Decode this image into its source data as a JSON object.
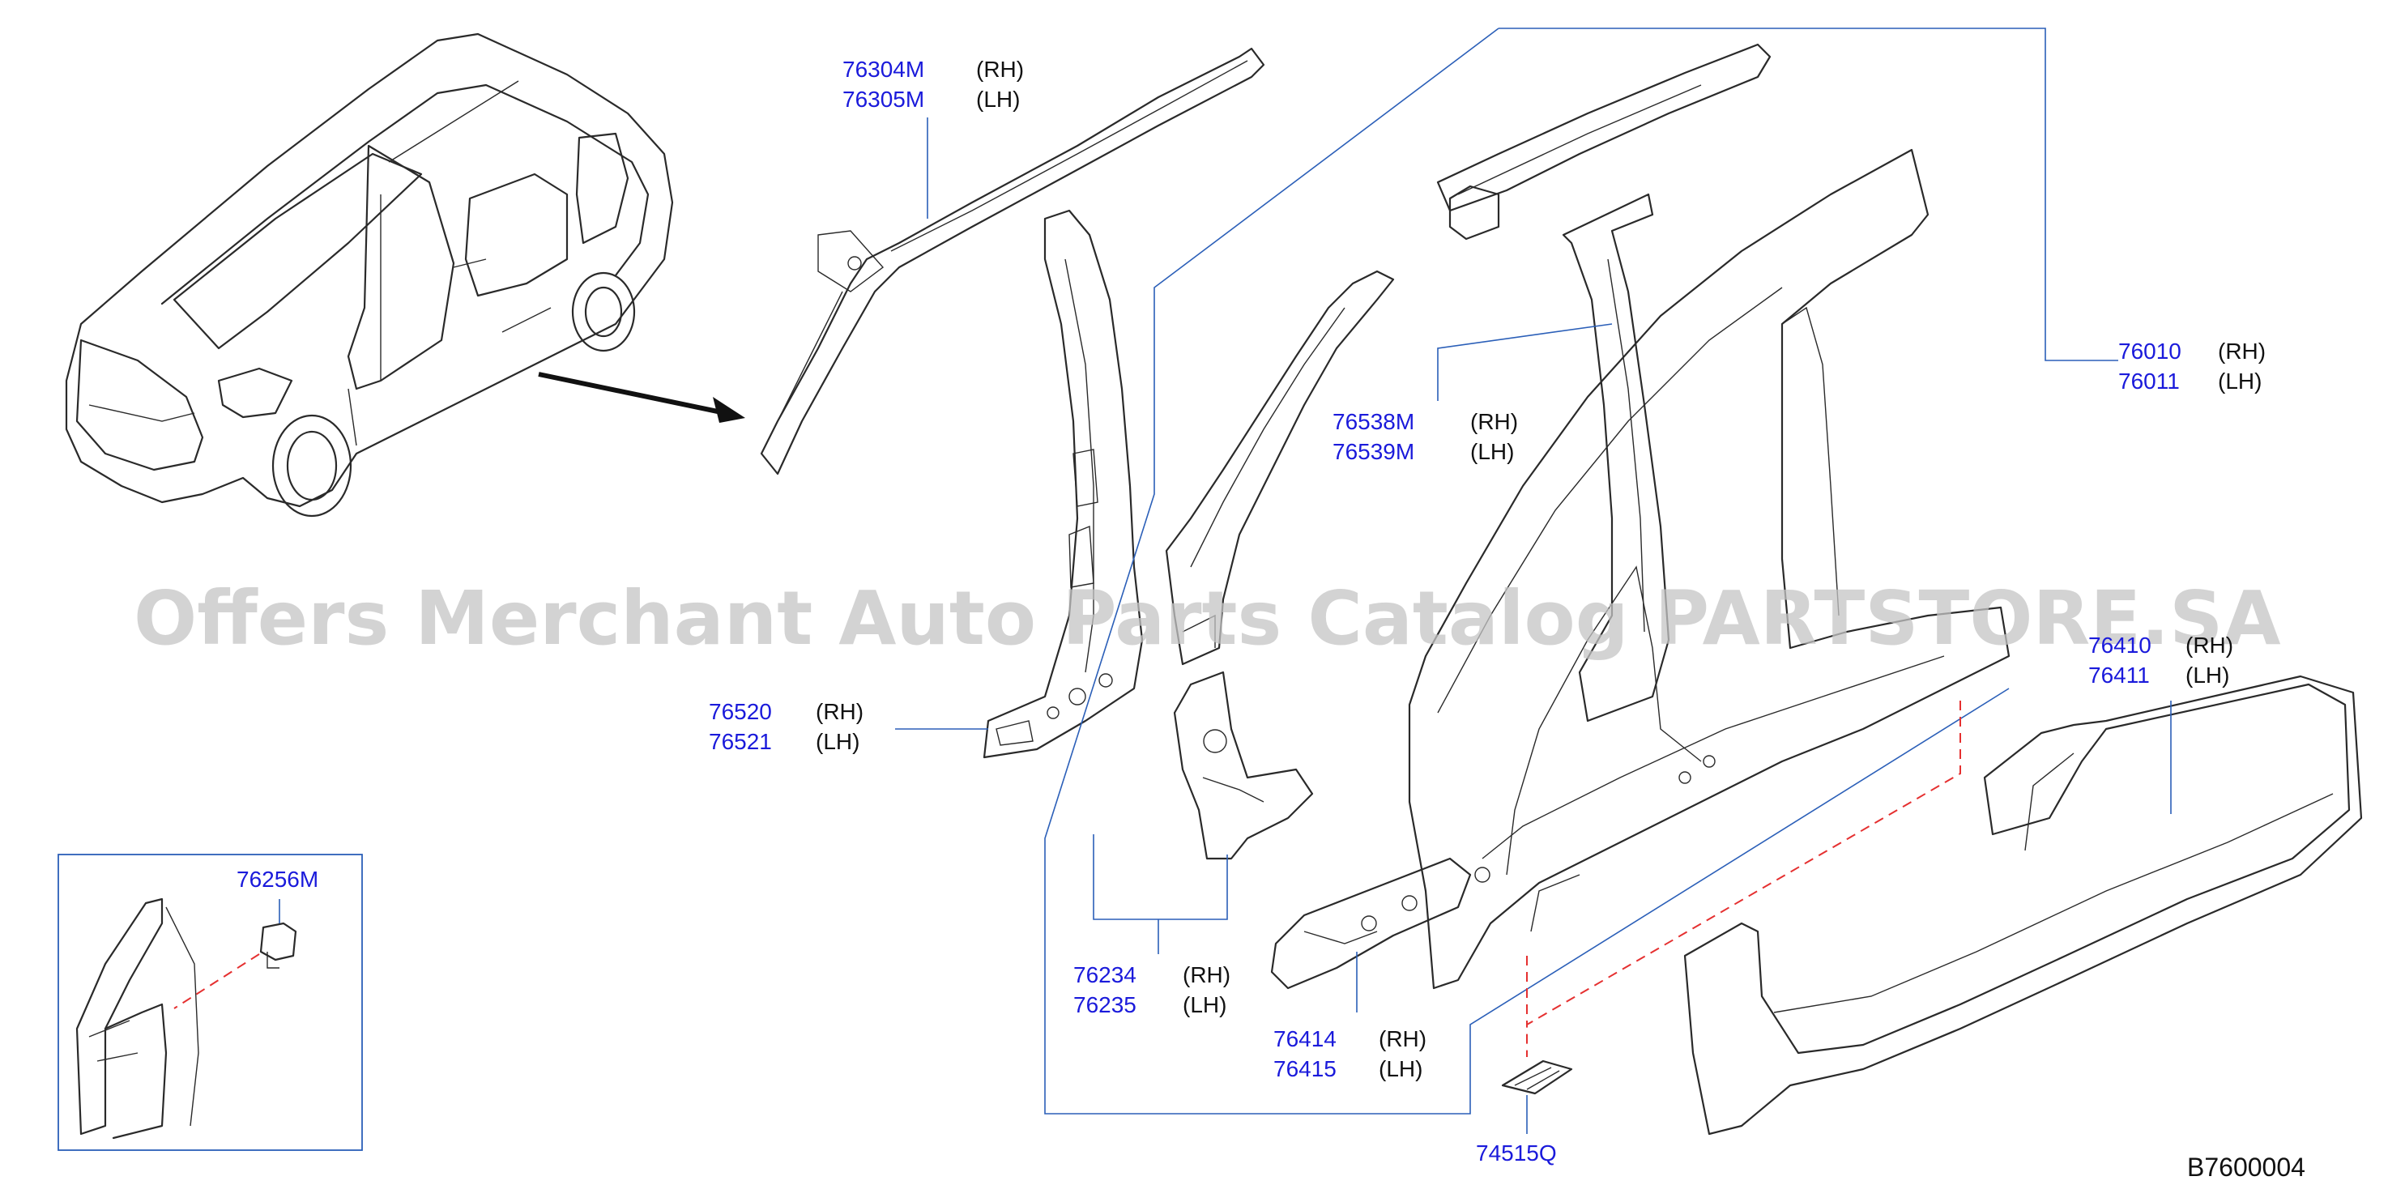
{
  "watermark": "Offers Merchant Auto Parts Catalog PARTSTORE.SA",
  "diagram_code": "B7600004",
  "callouts": {
    "c76304": {
      "part_rh": "76304M",
      "side_rh": "(RH)",
      "part_lh": "76305M",
      "side_lh": "(LH)"
    },
    "c76520": {
      "part_rh": "76520",
      "side_rh": "(RH)",
      "part_lh": "76521",
      "side_lh": "(LH)"
    },
    "c76538": {
      "part_rh": "76538M",
      "side_rh": "(RH)",
      "part_lh": "76539M",
      "side_lh": "(LH)"
    },
    "c76010": {
      "part_rh": "76010",
      "side_rh": "(RH)",
      "part_lh": "76011",
      "side_lh": "(LH)"
    },
    "c76410": {
      "part_rh": "76410",
      "side_rh": "(RH)",
      "part_lh": "76411",
      "side_lh": "(LH)"
    },
    "c76234": {
      "part_rh": "76234",
      "side_rh": "(RH)",
      "part_lh": "76235",
      "side_lh": "(LH)"
    },
    "c76414": {
      "part_rh": "76414",
      "side_rh": "(RH)",
      "part_lh": "76415",
      "side_lh": "(LH)"
    },
    "c76256": {
      "part": "76256M"
    },
    "c74515": {
      "part": "74515Q"
    }
  }
}
